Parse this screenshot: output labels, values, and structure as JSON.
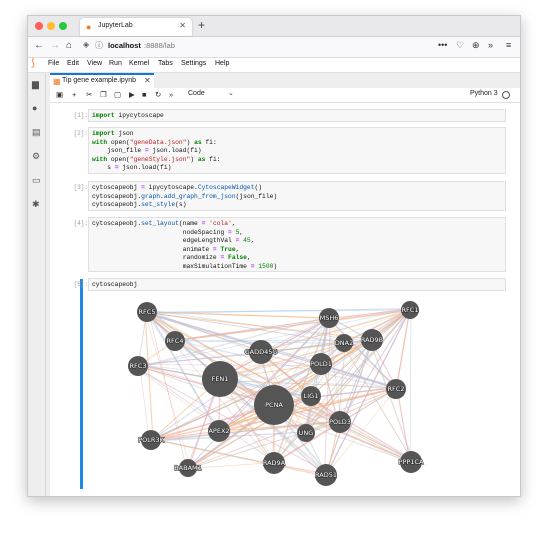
{
  "browser": {
    "tab_title": "JupyterLab",
    "url_host": "localhost",
    "url_rest": ":8888/lab"
  },
  "menu": [
    "File",
    "Edit",
    "View",
    "Run",
    "Kernel",
    "Tabs",
    "Settings",
    "Help"
  ],
  "notebook": {
    "tab_name": "Tip gene example.ipynb",
    "cell_type": "Code",
    "kernel": "Python 3"
  },
  "cells": [
    {
      "prompt": "[1]:",
      "code": "import ipycytoscape"
    },
    {
      "prompt": "[2]:",
      "code": "import json\nwith open(\"geneData.json\") as fi:\n    json_file = json.load(fi)\nwith open(\"geneStyle.json\") as fi:\n    s = json.load(fi)"
    },
    {
      "prompt": "[3]:",
      "code": "cytoscapeobj = ipycytoscape.CytoscapeWidget()\ncytoscapeobj.graph.add_graph_from_json(json_file)\ncytoscapeobj.set_style(s)"
    },
    {
      "prompt": "[4]:",
      "code": "cytoscapeobj.set_layout(name = 'cola',\n                        nodeSpacing = 5,\n                        edgeLengthVal = 45,\n                        animate = True,\n                        randomize = False,\n                        maxSimulationTime = 1500)"
    },
    {
      "prompt": "[5]:",
      "code": "cytoscapeobj"
    }
  ],
  "graph": {
    "nodes": [
      "RFC5",
      "MSH6",
      "RFC1",
      "RFC4",
      "DNA2",
      "RAD9B",
      "GADD45G",
      "POLD1",
      "RFC3",
      "FEN1",
      "RFC2",
      "LIG1",
      "PCNA",
      "POLD3",
      "APEX2",
      "UNG",
      "POLR3K",
      "RAD9A",
      "BABAM1",
      "RAD51",
      "PPP1CA"
    ],
    "colors": {
      "node": "#555555",
      "edge_orange": "#f2b27a",
      "edge_blue": "#a9c4e8",
      "edge_gray": "#c9c9c9",
      "edge_pink": "#e6a8b8"
    }
  }
}
